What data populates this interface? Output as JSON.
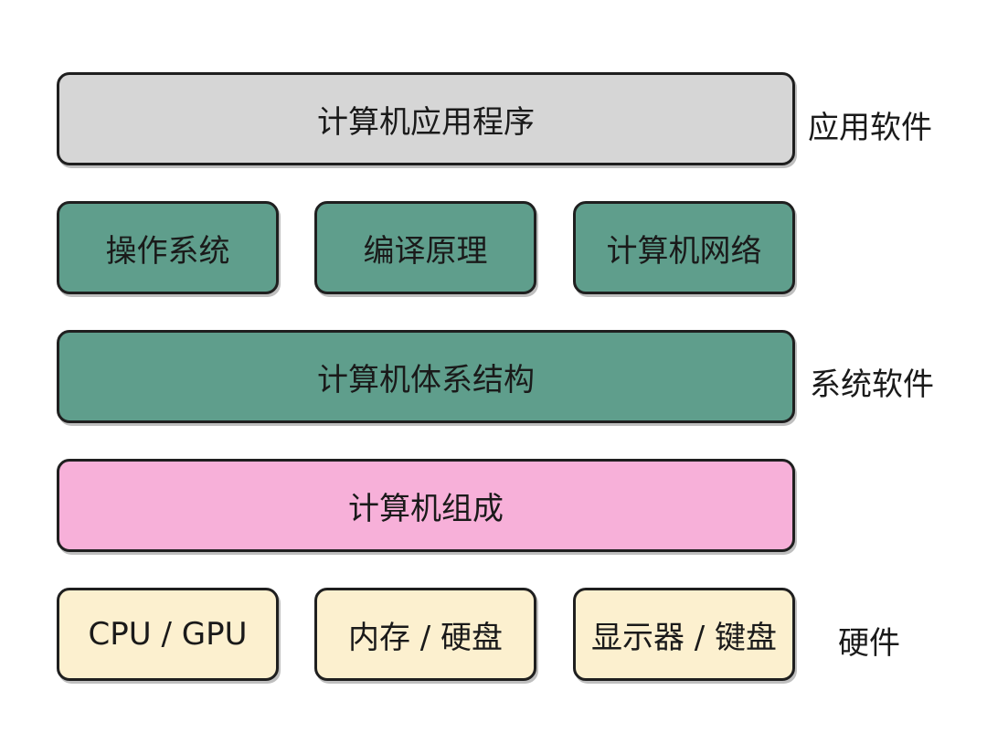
{
  "layers": {
    "application": {
      "label": "计算机应用程序",
      "category": "应用软件"
    },
    "system_software": {
      "top_row": [
        "操作系统",
        "编译原理",
        "计算机网络"
      ],
      "architecture": "计算机体系结构",
      "category": "系统软件"
    },
    "organization": {
      "label": "计算机组成"
    },
    "hardware": {
      "items": [
        "CPU / GPU",
        "内存 / 硬盘",
        "显示器 / 键盘"
      ],
      "category": "硬件"
    }
  },
  "colors": {
    "application": "#d6d6d6",
    "system_software": "#5f9e8c",
    "organization": "#f7b0d9",
    "hardware": "#fcf0cf"
  }
}
